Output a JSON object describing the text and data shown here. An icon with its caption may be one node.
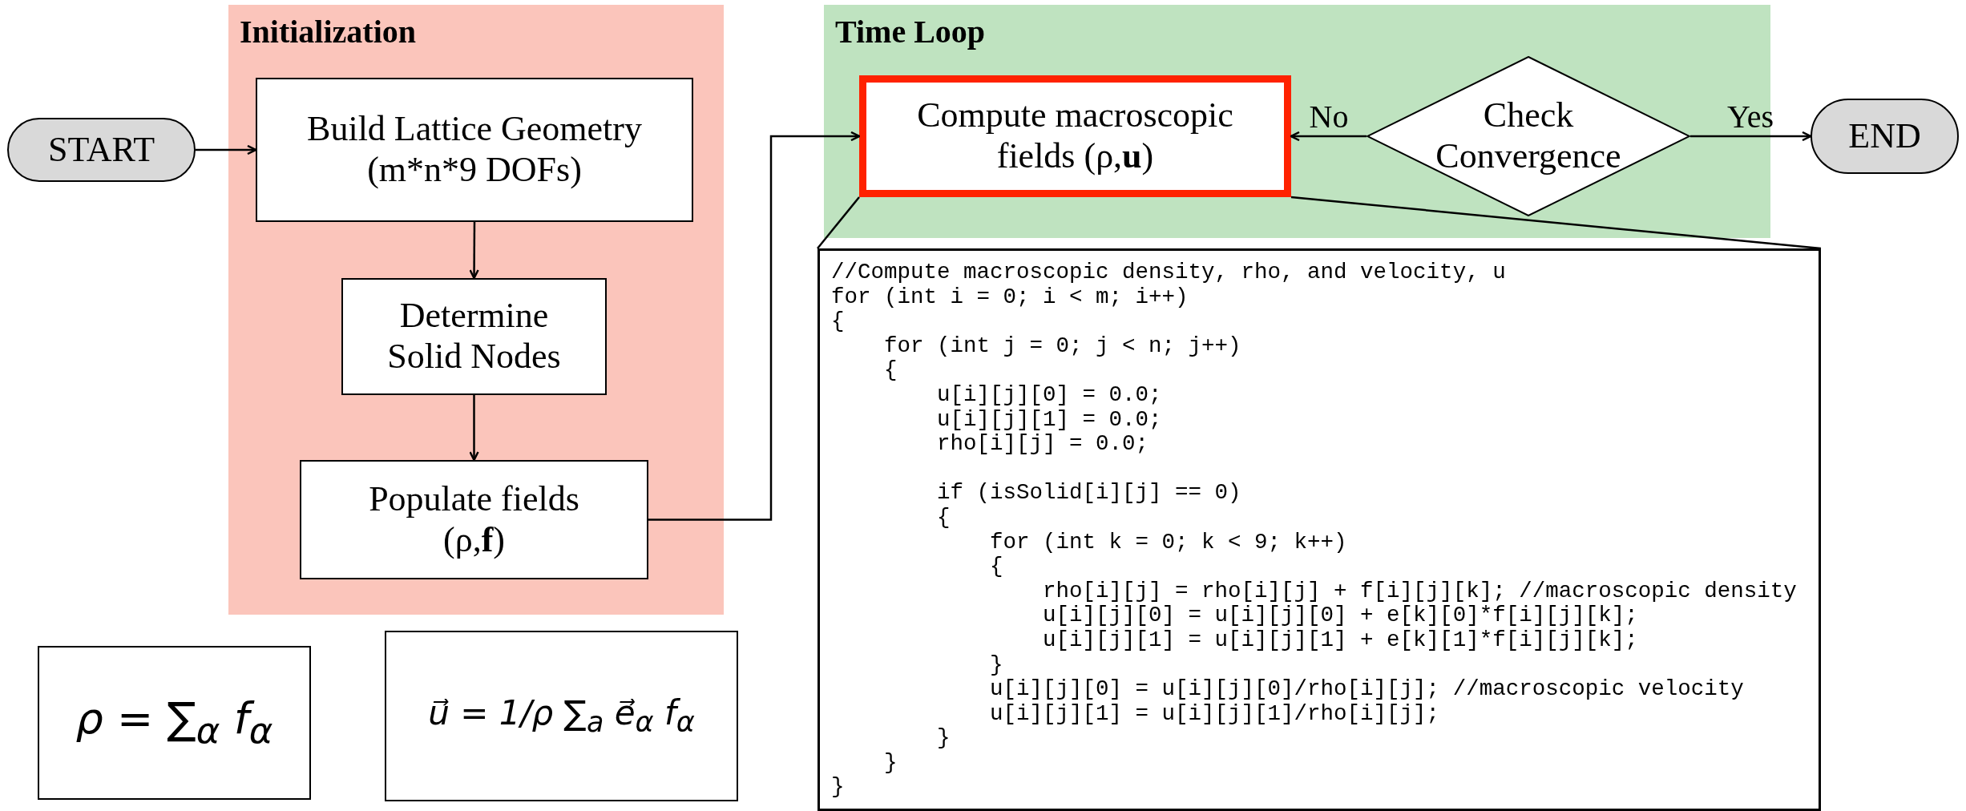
{
  "diagram": {
    "nodes": [
      {
        "text": [
          "START"
        ]
      },
      {
        "text": [
          "Initialization"
        ]
      },
      {
        "text": [
          "Build Lattice Geometry (m*n*9 DOFs)"
        ],
        "in": 1
      },
      {
        "text": [
          "Determine Solid Nodes"
        ],
        "in": 1
      },
      {
        "text": [
          "Populate fields (ρ,**f**)"
        ],
        "in": 1
      },
      {
        "text": [
          "Time Loop"
        ]
      },
      {
        "text": [
          "Compute macroscopic fields (ρ,**u**)"
        ],
        "in": 5
      },
      {
        "text": [
          "Check Convergence"
        ],
        "in": 5
      },
      {
        "text": [
          "END"
        ]
      },
      {
        "text": [
          "//Compute macroscopic density, rho, and velocity, u",
          "for (int i = 0; i < m; i++)",
          "{",
          "    for (int j = 0; j < n; j++)",
          "    {",
          "        u[i][j][0] = 0.0;",
          "        u[i][j][1] = 0.0;",
          "        rho[i][j] = 0.0;",
          "        if (isSolid[i][j] == 0)",
          "        {",
          "            for (int k = 0; k < 9; k++)",
          "            {",
          "                rho[i][j] = rho[i][j] + f[i][j][k]; //macroscopic density",
          "                u[i][j][0] = u[i][j][0] + e[k][0]*f[i][j][k];",
          "                u[i][j][1] = u[i][j][1] + e[k][1]*f[i][j][k];",
          "            }",
          "            u[i][j][0] = u[i][j][0]/rho[i][j]; //macroscopic velocity",
          "            u[i][j][1] = u[i][j][1]/rho[i][j];",
          "        }",
          "    }",
          "}"
        ]
      },
      {
        "text": [
          "ρ = ∑$_{α}$ f$_{α}$"
        ]
      },
      {
        "text": [
          "u⃗ = 1/ρ ∑$_{a}$ e⃗$_{α}$ f$_{α}$"
        ]
      }
    ],
    "edges": [
      {
        "from": 0,
        "to": 2,
        "arrow": "to"
      },
      {
        "from": 2,
        "to": 3,
        "arrow": "to"
      },
      {
        "from": 3,
        "to": 4,
        "arrow": "to"
      },
      {
        "from": 4,
        "to": 6,
        "arrow": "to"
      },
      {
        "from": 7,
        "to": 6,
        "label": "No",
        "arrow": "to"
      },
      {
        "from": 7,
        "to": 8,
        "label": "Yes",
        "arrow": "to"
      },
      {
        "from": 6,
        "to": 9,
        "arrow": "none"
      },
      {
        "from": 6,
        "to": 9,
        "arrow": "none"
      }
    ]
  }
}
